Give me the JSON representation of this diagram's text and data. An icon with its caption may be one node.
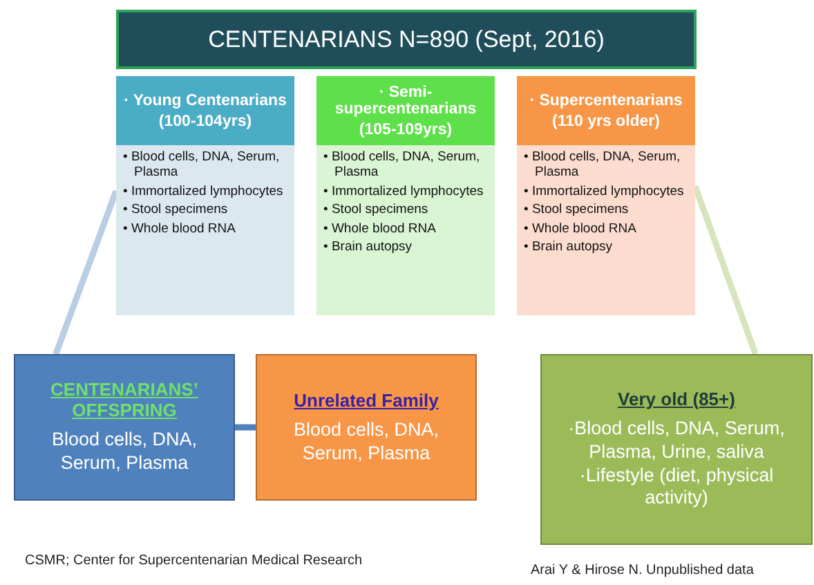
{
  "diagram": {
    "nodes": [
      {
        "text": [
          "CENTENARIANS N=890 (Sept, 2016)"
        ]
      },
      {
        "text": [
          "· Young Centenarians",
          "(100-104yrs)",
          "• Blood cells, DNA, Serum, Plasma",
          "• Immortalized lymphocytes",
          "• Stool specimens",
          "• Whole blood RNA"
        ]
      },
      {
        "text": [
          "· Semi-supercentenarians",
          "(105-109yrs)",
          "• Blood cells, DNA, Serum, Plasma",
          "• Immortalized lymphocytes",
          "• Stool specimens",
          "• Whole blood RNA",
          "• Brain autopsy"
        ]
      },
      {
        "text": [
          "· Supercentenarians",
          "(110 yrs older)",
          "• Blood cells, DNA, Serum, Plasma",
          "• Immortalized lymphocytes",
          "• Stool specimens",
          "• Whole blood RNA",
          "• Brain autopsy"
        ]
      },
      {
        "text": [
          "CENTENARIANS’ OFFSPRING",
          "Blood cells, DNA, Serum, Plasma"
        ]
      },
      {
        "text": [
          "Unrelated Family",
          "Blood cells, DNA, Serum, Plasma"
        ]
      },
      {
        "text": [
          "Very old (85+)",
          "·Blood cells, DNA, Serum, Plasma, Urine, saliva",
          "·Lifestyle (diet, physical activity)"
        ]
      }
    ],
    "edges": [
      {
        "from": 1,
        "to": 4,
        "arrow": "none",
        "color": "#b9cde5"
      },
      {
        "from": 4,
        "to": 5,
        "arrow": "none",
        "color": "#4f81bd"
      },
      {
        "from": 3,
        "to": 6,
        "arrow": "none",
        "color": "#d7e4bd"
      }
    ],
    "labels": [
      "CSMR; Center for Supercentenarian Medical Research",
      "Arai Y & Hirose N. Unpublished data"
    ]
  }
}
